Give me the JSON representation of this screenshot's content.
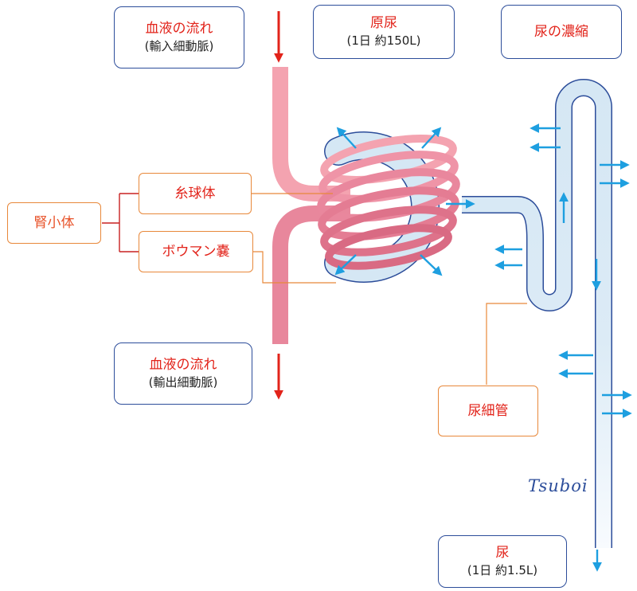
{
  "colors": {
    "blood_light": "#f4a3b0",
    "blood_dark": "#e06d87",
    "filtrate": "#d5e7f4",
    "outline": "#2c4d9a",
    "flow_arrow": "#e2231a",
    "reabsorb_arrow": "#1e9fe0",
    "leader_line": "#e8883a"
  },
  "labels": {
    "blood_in_title": "血液の流れ",
    "blood_in_sub": "(輸入細動脈)",
    "primary_urine_title": "原尿",
    "primary_urine_sub": "(1日 約150L)",
    "concentration": "尿の濃縮",
    "renal_corpuscle": "腎小体",
    "glomerulus": "糸球体",
    "bowman_capsule": "ボウマン嚢",
    "blood_out_title": "血液の流れ",
    "blood_out_sub": "(輸出細動脈)",
    "tubule": "尿細管",
    "urine_title": "尿",
    "urine_sub": "(1日 約1.5L)",
    "signature": "Tsuboi"
  },
  "icons": [
    "blood-flow-in-arrow",
    "blood-flow-out-arrow",
    "filtration-arrow",
    "reabsorption-arrow",
    "urine-out-arrow"
  ]
}
